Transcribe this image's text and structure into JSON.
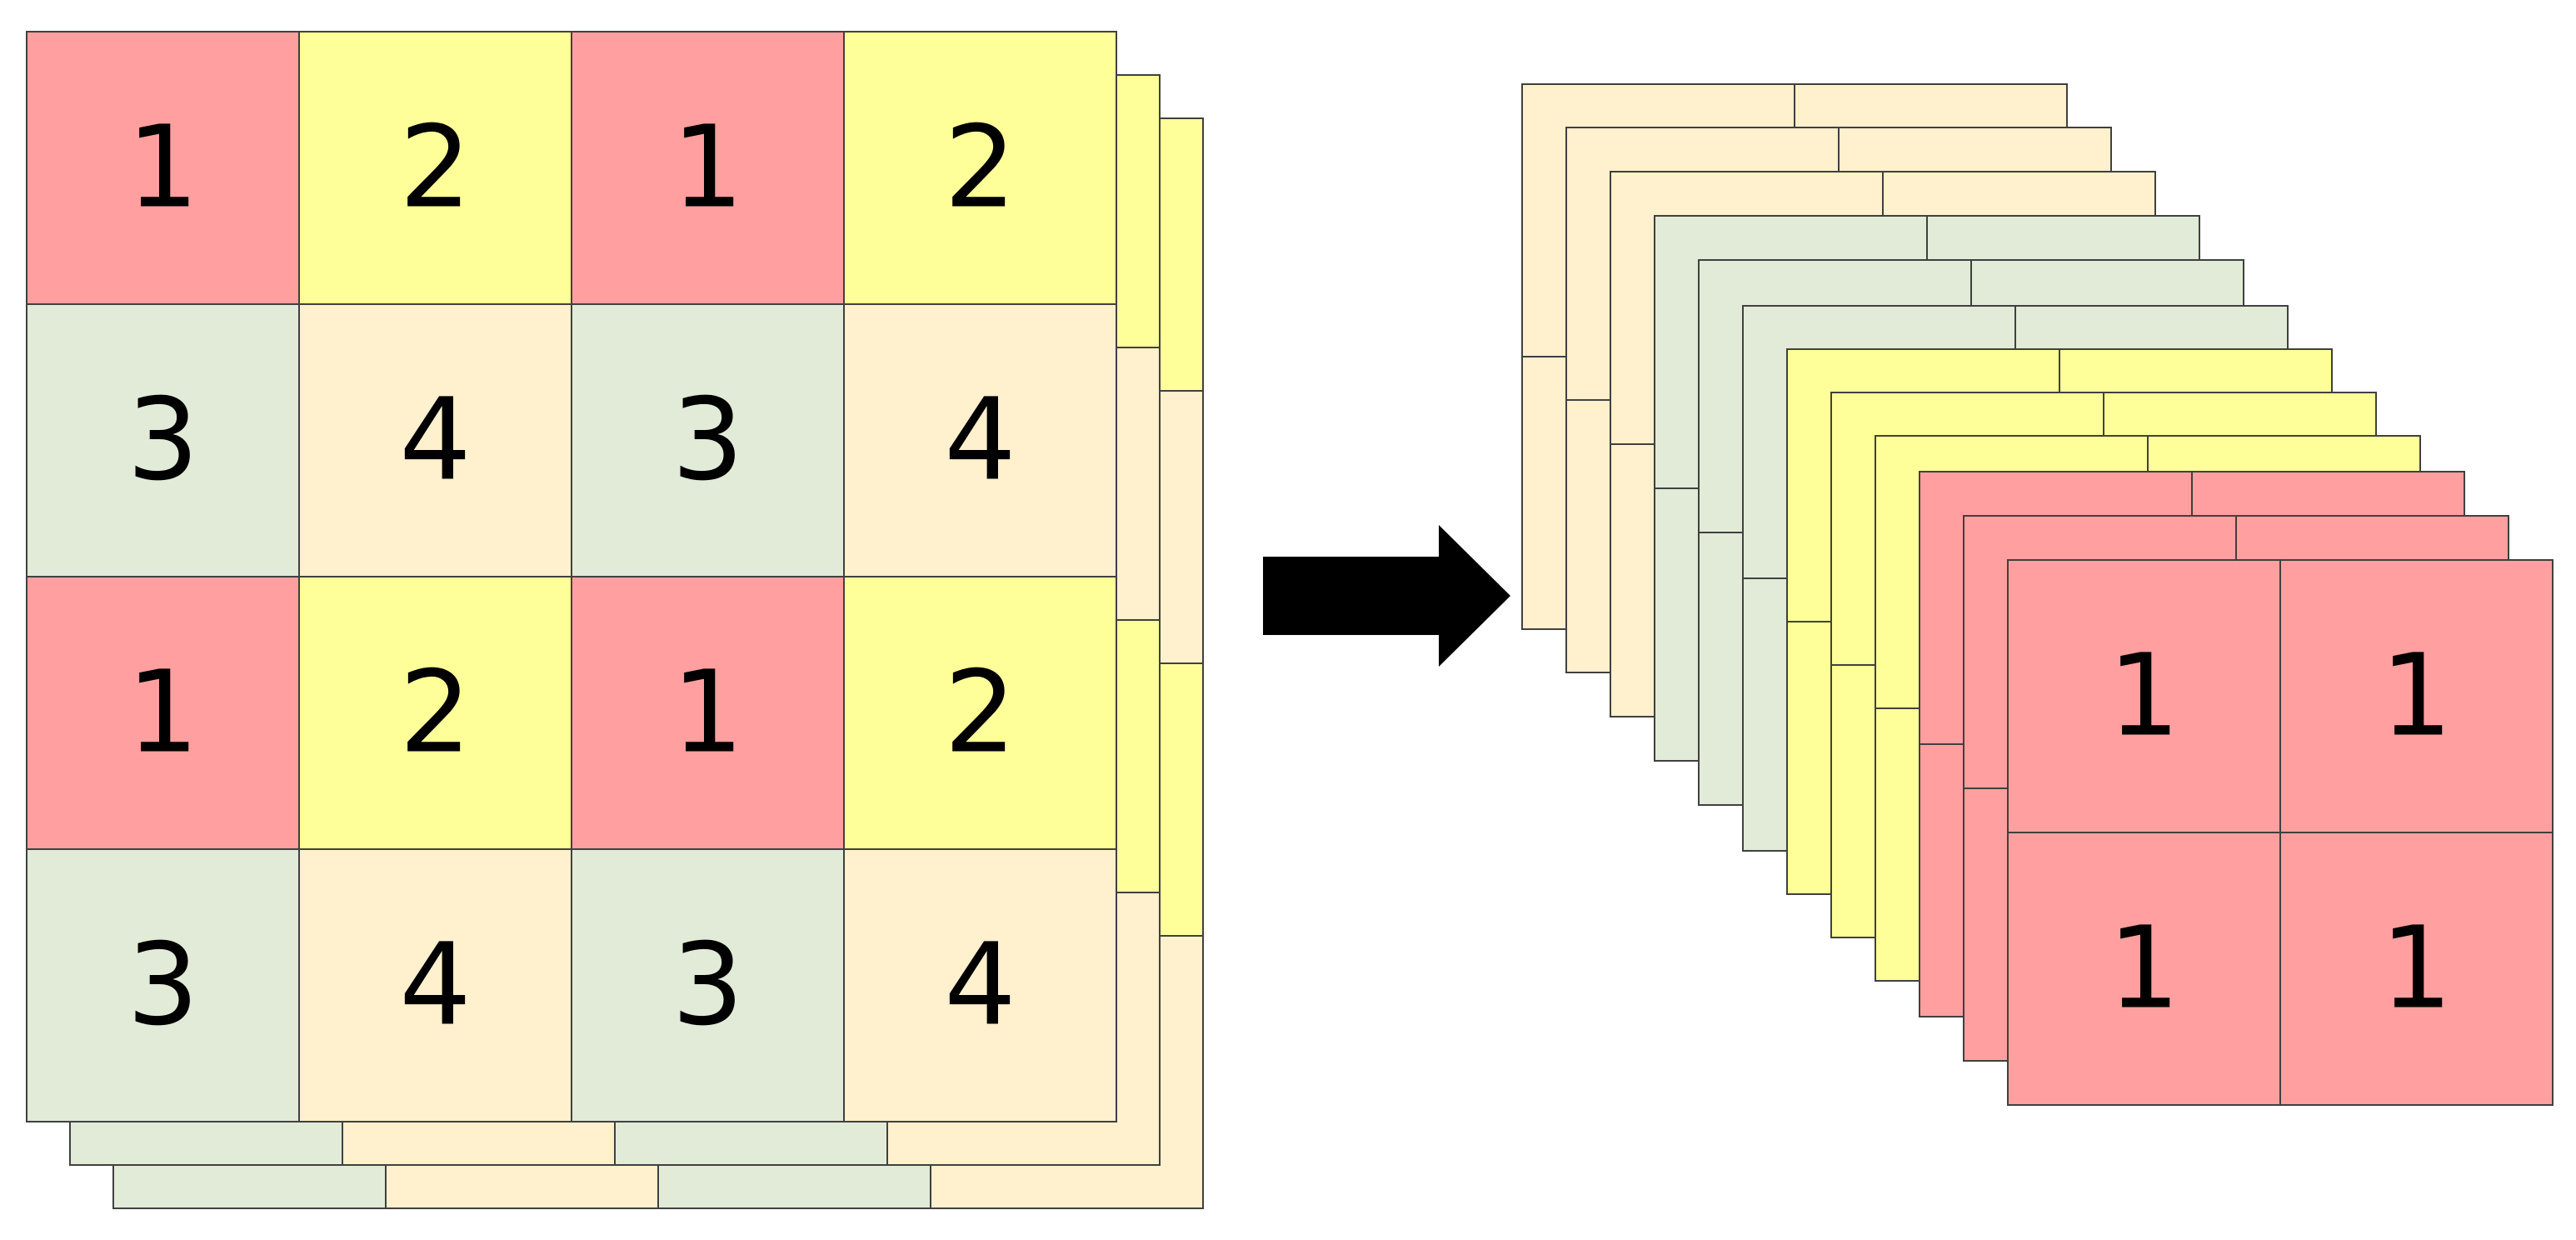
{
  "colors": {
    "red": "#FF9F9F",
    "yellow": "#FFFF99",
    "green": "#E1EBD8",
    "beige": "#FFF0CE",
    "border": "#404040",
    "arrow": "#000000"
  },
  "input_grid": {
    "rows": [
      [
        {
          "label": "1",
          "color": "red"
        },
        {
          "label": "2",
          "color": "yellow"
        },
        {
          "label": "1",
          "color": "red"
        },
        {
          "label": "2",
          "color": "yellow"
        }
      ],
      [
        {
          "label": "3",
          "color": "green"
        },
        {
          "label": "4",
          "color": "beige"
        },
        {
          "label": "3",
          "color": "green"
        },
        {
          "label": "4",
          "color": "beige"
        }
      ],
      [
        {
          "label": "1",
          "color": "red"
        },
        {
          "label": "2",
          "color": "yellow"
        },
        {
          "label": "1",
          "color": "red"
        },
        {
          "label": "2",
          "color": "yellow"
        }
      ],
      [
        {
          "label": "3",
          "color": "green"
        },
        {
          "label": "4",
          "color": "beige"
        },
        {
          "label": "3",
          "color": "green"
        },
        {
          "label": "4",
          "color": "beige"
        }
      ]
    ]
  },
  "output_stack": {
    "layer_colors_back_to_front": [
      "beige",
      "beige",
      "beige",
      "green",
      "green",
      "green",
      "yellow",
      "yellow",
      "yellow",
      "red",
      "red",
      "red"
    ],
    "front_grid": [
      [
        "1",
        "1"
      ],
      [
        "1",
        "1"
      ]
    ]
  }
}
